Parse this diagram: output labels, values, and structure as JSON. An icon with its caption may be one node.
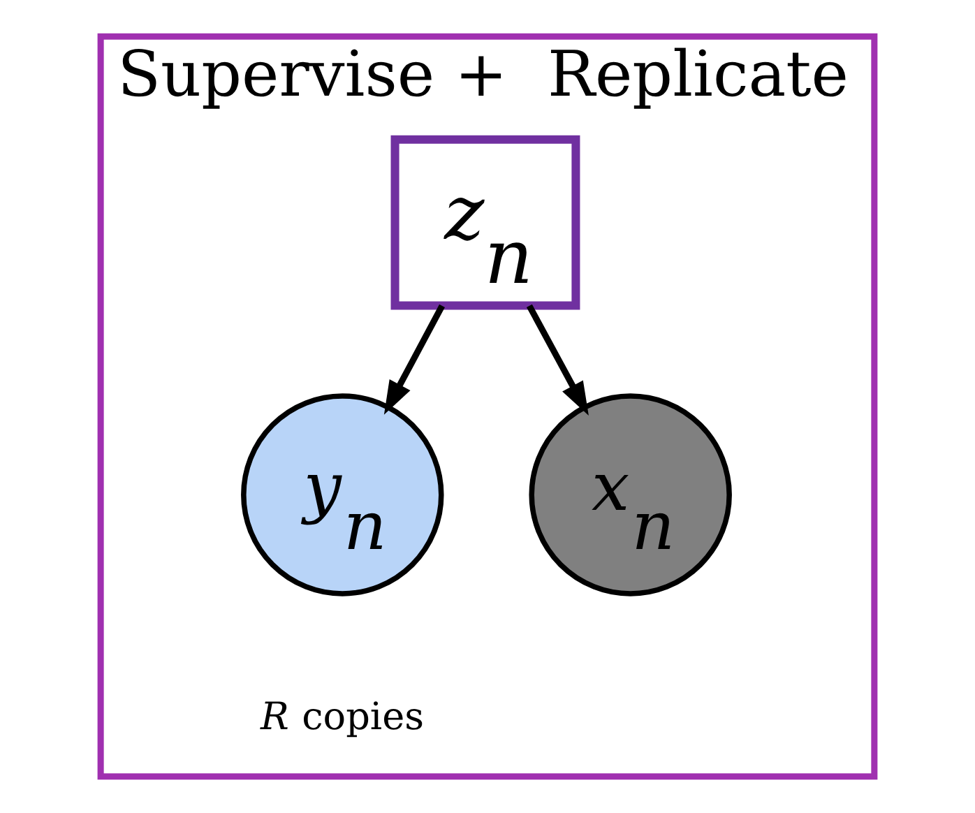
{
  "diagram": {
    "nodes": [
      {
        "text": [
          "Supervise +  Replicate"
        ]
      },
      {
        "text": [
          "z$_{n}$"
        ],
        "in": 0
      },
      {
        "text": [
          "y$_{n}$"
        ],
        "in": 0
      },
      {
        "text": [
          "x$_{n}$"
        ],
        "in": 0
      }
    ],
    "edges": [
      {
        "from": 1,
        "to": 2,
        "arrow": "to"
      },
      {
        "from": 1,
        "to": 3,
        "arrow": "to"
      }
    ],
    "labels": [
      "*R* copies"
    ]
  }
}
